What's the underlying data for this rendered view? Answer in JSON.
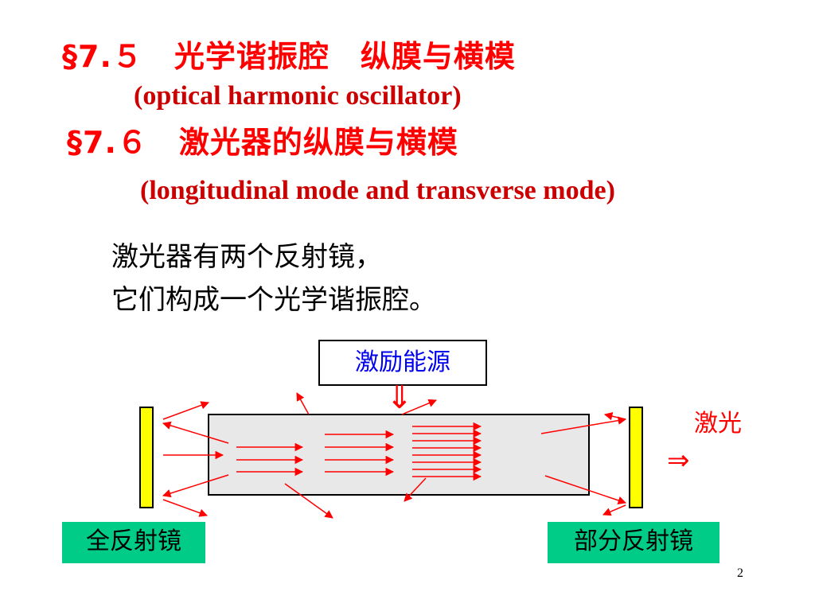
{
  "headings": {
    "h1_zh": "§7.５　光学谐振腔　纵膜与横模",
    "h1_en": "(optical harmonic oscillator)",
    "h2_zh": "§7.６　激光器的纵膜与横模",
    "h2_en": "(longitudinal mode and transverse mode)"
  },
  "body": {
    "line1": "激光器有两个反射镜，",
    "line2": "它们构成一个光学谐振腔。"
  },
  "diagram": {
    "energy_source": "激励能源",
    "full_mirror": "全反射镜",
    "partial_mirror": "部分反射镜",
    "laser_label": "激光",
    "laser_arrow": "⇒",
    "down_arrow": "⇓"
  },
  "colors": {
    "heading": "#ff0000",
    "arrows": "#ff0000",
    "mirror_fill": "#ffff00",
    "tube_fill": "#e8e8e8",
    "label_bg": "#00cc88",
    "energy_text": "#0000ee"
  },
  "page_number": "2"
}
